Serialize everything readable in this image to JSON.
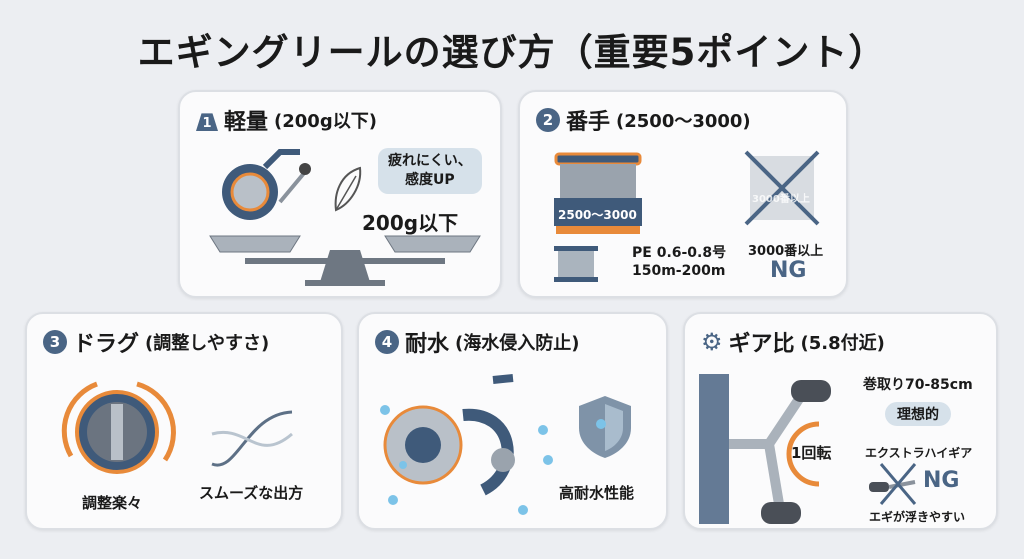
{
  "title": "エギングリールの選び方（重要5ポイント）",
  "colors": {
    "accent": "#e88a3a",
    "navy": "#3f5a7a",
    "background": "#eceef2"
  },
  "cards": [
    {
      "num": "1",
      "icon": "weight-icon",
      "heading": "軽量",
      "sub": "(200g以下)",
      "bubble_line1": "疲れにくい、",
      "bubble_line2": "感度UP",
      "weight_label": "200g以下"
    },
    {
      "num": "2",
      "heading": "番手",
      "sub": "(2500〜3000)",
      "spool_label": "2500〜3000",
      "line_label1": "PE 0.6-0.8号",
      "line_label2": "150m-200m",
      "bad_spool_label": "3000番以上",
      "bad_caption": "3000番以上",
      "ng": "NG"
    },
    {
      "num": "3",
      "heading": "ドラグ",
      "sub": "(調整しやすさ)",
      "knob_caption": "調整楽々",
      "line_caption": "スムーズな出方"
    },
    {
      "num": "4",
      "heading": "耐水",
      "sub": "(海水侵入防止)",
      "shield_caption": "高耐水性能"
    },
    {
      "icon": "gear-icon",
      "heading": "ギア比",
      "sub": "(5.8付近)",
      "retrieve": "巻取り70-85cm",
      "ideal": "理想的",
      "rotation": "1回転",
      "xhg": "エクストラハイギア",
      "ng": "NG",
      "float": "エギが浮きやすい"
    }
  ]
}
